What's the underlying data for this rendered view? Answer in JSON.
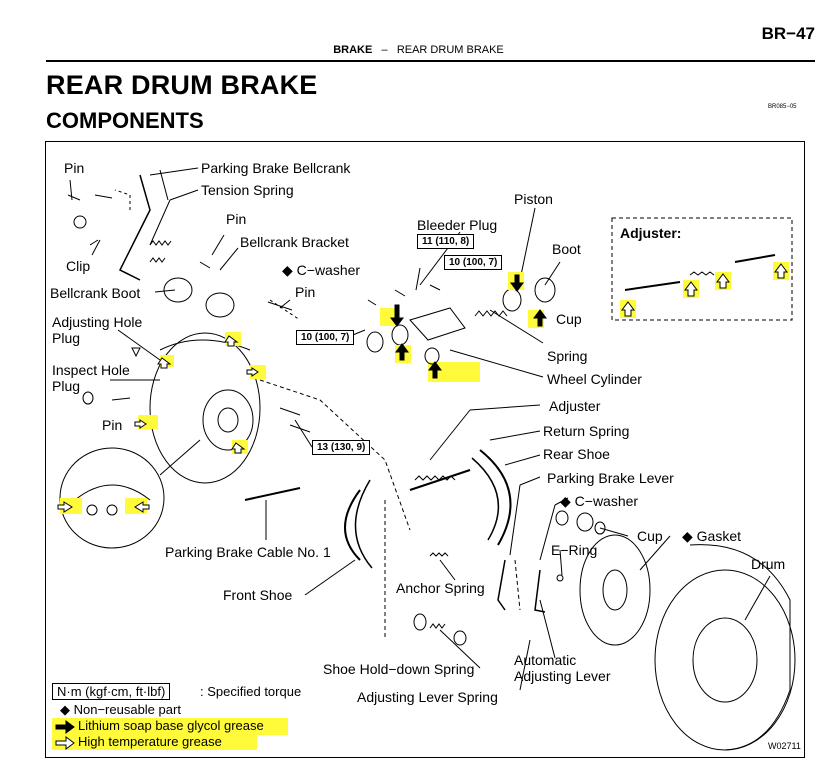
{
  "header": {
    "page_number": "BR−47",
    "section": "BRAKE",
    "separator": "–",
    "subsection": "REAR DRUM BRAKE"
  },
  "title": "REAR DRUM BRAKE",
  "subtitle": "COMPONENTS",
  "doc_code": "BR085−05",
  "figure_id": "W02711",
  "adjuster_inset_title": "Adjuster:",
  "labels": {
    "pin_top": "Pin",
    "parking_brake_bellcrank": "Parking Brake Bellcrank",
    "tension_spring": "Tension Spring",
    "pin_mid": "Pin",
    "clip": "Clip",
    "bellcrank_bracket": "Bellcrank Bracket",
    "c_washer_1": "◆ C−washer",
    "bellcrank_boot": "Bellcrank Boot",
    "pin_right": "Pin",
    "adjusting_hole_plug_1": "Adjusting Hole",
    "adjusting_hole_plug_2": "Plug",
    "inspect_hole_plug_1": "Inspect Hole",
    "inspect_hole_plug_2": "Plug",
    "pin_low": "Pin",
    "bleeder_plug": "Bleeder Plug",
    "piston": "Piston",
    "boot": "Boot",
    "cup_top": "Cup",
    "spring": "Spring",
    "wheel_cylinder": "Wheel Cylinder",
    "adjuster": "Adjuster",
    "return_spring": "Return Spring",
    "rear_shoe": "Rear Shoe",
    "parking_brake_lever": "Parking Brake Lever",
    "c_washer_2": "◆ C−washer",
    "cup_bottom": "Cup",
    "gasket": "◆ Gasket",
    "e_ring": "E−Ring",
    "drum": "Drum",
    "parking_brake_cable": "Parking Brake Cable No. 1",
    "front_shoe": "Front Shoe",
    "anchor_spring": "Anchor Spring",
    "shoe_hold_down_spring": "Shoe Hold−down Spring",
    "automatic_adjusting_lever_1": "Automatic",
    "automatic_adjusting_lever_2": "Adjusting Lever",
    "adjusting_lever_spring": "Adjusting Lever Spring"
  },
  "torques": {
    "bleeder": "11 (110, 8)",
    "cylinder_top": "10 (100, 7)",
    "cylinder_left": "10 (100, 7)",
    "backing_plate": "13 (130, 9)"
  },
  "legend": {
    "torque_unit": "N·m (kgf·cm, ft·lbf)",
    "torque_desc": ": Specified torque",
    "non_reusable": "◆ Non−reusable part",
    "lithium_grease": "Lithium soap base glycol grease",
    "high_temp_grease": "High temperature grease"
  },
  "colors": {
    "highlight": "#fffb3a",
    "ink": "#000000"
  },
  "icons": {
    "filled_arrow": "lithium-grease-arrow-icon",
    "hollow_arrow": "high-temp-grease-arrow-icon"
  }
}
